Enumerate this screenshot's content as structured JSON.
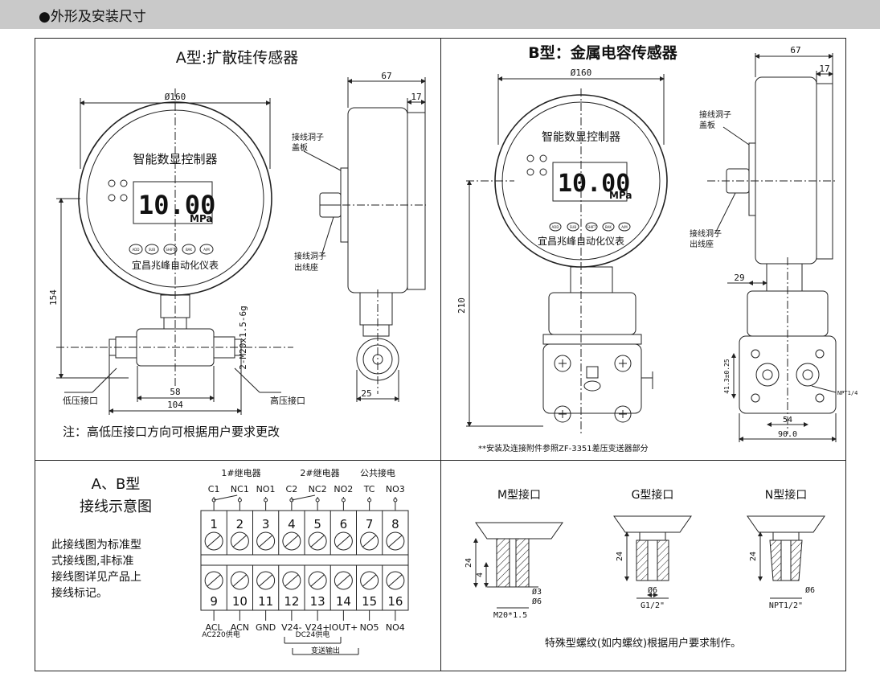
{
  "header": {
    "title": "●外形及安装尺寸"
  },
  "panel_a": {
    "title": "A型:扩散硅传感器",
    "dia": "Ø160",
    "depth": "67",
    "rim": "17",
    "height": "154",
    "thread": "2-M20x1.5-6g",
    "inner_width": "58",
    "outer_width": "104",
    "side_width": "25",
    "cover_label_1": "接线洞子",
    "cover_label_2": "盖板",
    "seat_label_1": "接线洞子",
    "seat_label_2": "出线座",
    "low_port": "低压接口",
    "high_port": "高压接口",
    "note": "注：高低压接口方向可根据用户要求更改",
    "device_name": "智能数显控制器",
    "display": "10.00",
    "unit": "MPa",
    "buttons": [
      "ADD",
      "SUB",
      "SHIFT",
      "BAK",
      "A/M"
    ],
    "maker": "宜昌兆峰自动化仪表"
  },
  "panel_b": {
    "title": "B型：金属电容传感器",
    "dia": "Ø160",
    "depth": "67",
    "rim": "17",
    "height": "210",
    "offset": "29",
    "cover_label_1": "接线洞子",
    "cover_label_2": "盖板",
    "seat_label_1": "接线洞子",
    "seat_label_2": "出线座",
    "npt": "NPT1/4",
    "flange": "41.3±0.25",
    "width_small": "54",
    "width_large": "90.0",
    "footnote": "**安装及连接附件参照ZF-3351差压变送器部分",
    "device_name": "智能数显控制器",
    "display": "10.00",
    "unit": "MPa",
    "buttons": [
      "ADD",
      "SUB",
      "SHIFT",
      "BAK",
      "A/M"
    ],
    "maker": "宜昌兆峰自动化仪表"
  },
  "wiring": {
    "title_1": "A、B型",
    "title_2": "接线示意图",
    "desc": [
      "此接线图为标准型",
      "式接线图,非标准",
      "接线图详见产品上",
      "接线标记。"
    ],
    "relay1": "1#继电器",
    "relay2": "2#继电器",
    "common": "公共接电",
    "top_labels": [
      "C1",
      "NC1",
      "NO1",
      "C2",
      "NC2",
      "NO2",
      "TC",
      "NO3"
    ],
    "top_numbers": [
      "1",
      "2",
      "3",
      "4",
      "5",
      "6",
      "7",
      "8"
    ],
    "bottom_numbers": [
      "9",
      "10",
      "11",
      "12",
      "13",
      "14",
      "15",
      "16"
    ],
    "bottom_labels": [
      "ACL",
      "ACN",
      "GND",
      "V24-",
      "V24+",
      "IOUT+",
      "NO5",
      "NO4"
    ],
    "ac_label": "AC220供电",
    "dc_label": "DC24供电",
    "output_label": "变送输出"
  },
  "interfaces": {
    "m": {
      "title": "M型接口",
      "h": "24",
      "h2": "4",
      "d1": "Ø3",
      "d2": "Ø6",
      "thread": "M20*1.5"
    },
    "g": {
      "title": "G型接口",
      "h": "24",
      "d": "Ø6",
      "thread": "G1/2\""
    },
    "n": {
      "title": "N型接口",
      "h": "24",
      "d": "Ø6",
      "thread": "NPT1/2\""
    },
    "note": "特殊型螺纹(如内螺纹)根据用户要求制作。"
  }
}
